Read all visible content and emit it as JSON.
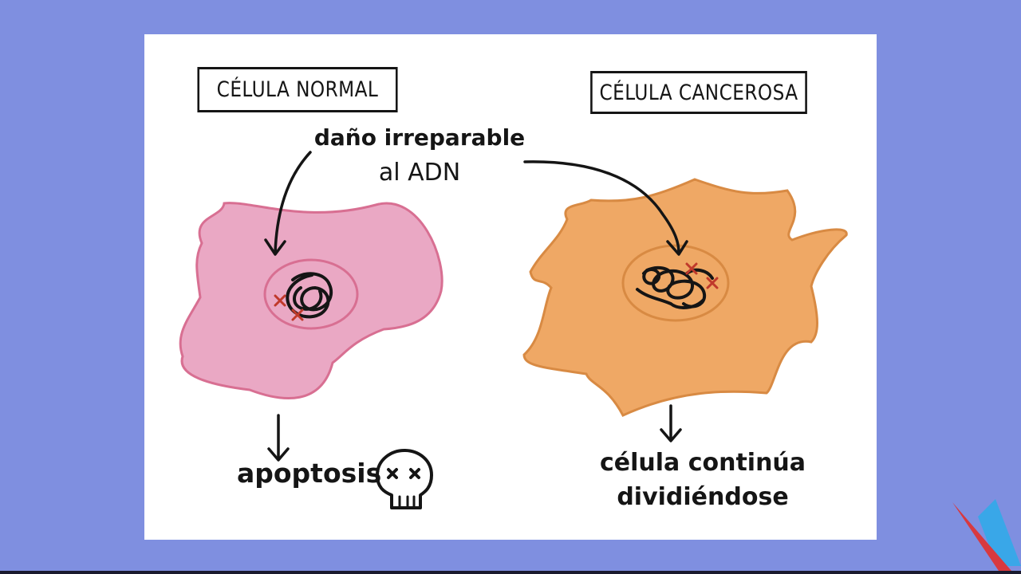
{
  "labels": {
    "normal_cell": "CÉLULA NORMAL",
    "cancer_cell": "CÉLULA CANCEROSA"
  },
  "annotation": {
    "line1": "daño irreparable",
    "line2": "al ADN"
  },
  "outcomes": {
    "normal": "apoptosis",
    "cancer_line1": "célula continúa",
    "cancer_line2": "dividiéndose"
  },
  "colors": {
    "background": "#7f8fe0",
    "card": "#ffffff",
    "normal_cell_fill": "#eaa8c4",
    "normal_cell_stroke": "#d86f92",
    "cancer_cell_fill": "#efa865",
    "cancer_cell_stroke": "#d88a43",
    "damage_mark": "#c0392b",
    "ink": "#151515"
  },
  "icons": {
    "death_icon": "skull-icon",
    "corner_logo": "triangle-logo-icon"
  }
}
